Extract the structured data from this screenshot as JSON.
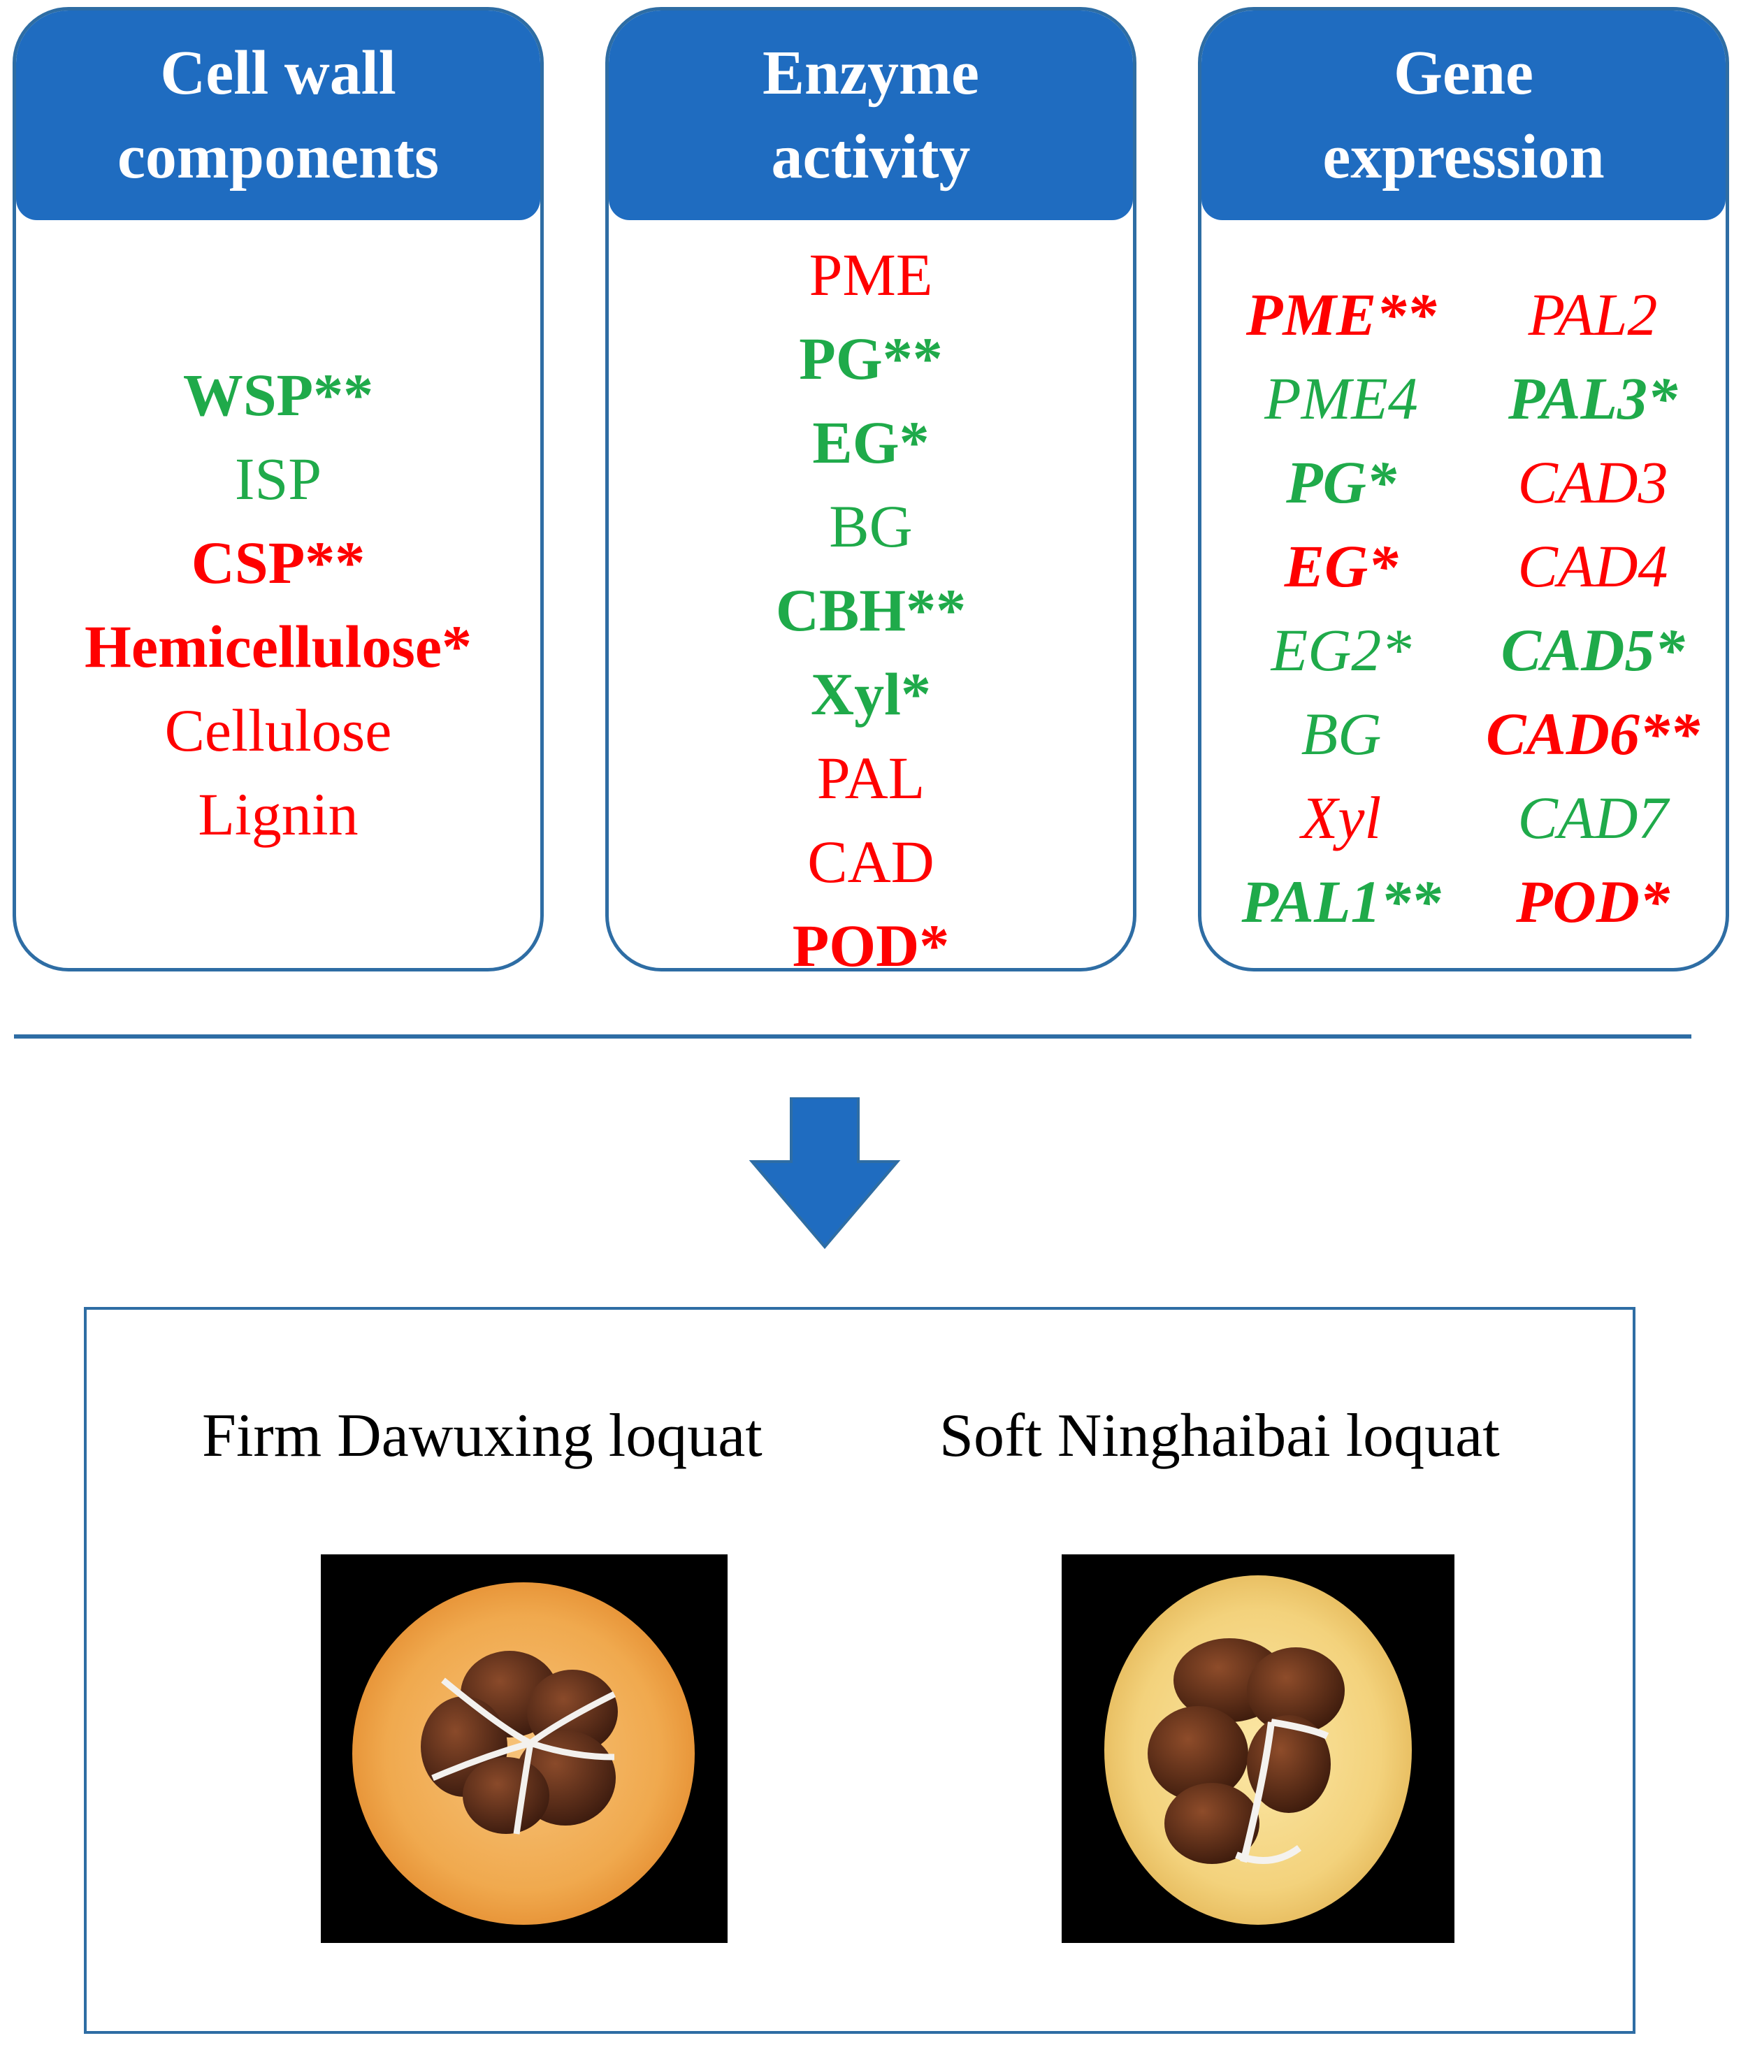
{
  "panels": {
    "cell_wall": {
      "title_line1": "Cell wall",
      "title_line2": "components",
      "items": [
        {
          "text": "WSP**",
          "color": "green",
          "bold": true
        },
        {
          "text": "ISP",
          "color": "green",
          "bold": false
        },
        {
          "text": "CSP**",
          "color": "red",
          "bold": true
        },
        {
          "text": "Hemicellulose*",
          "color": "red",
          "bold": true
        },
        {
          "text": "Cellulose",
          "color": "red",
          "bold": false
        },
        {
          "text": "Lignin",
          "color": "red",
          "bold": false
        }
      ]
    },
    "enzyme": {
      "title_line1": "Enzyme",
      "title_line2": "activity",
      "items": [
        {
          "text": "PME",
          "color": "red",
          "bold": false
        },
        {
          "text": "PG**",
          "color": "green",
          "bold": true
        },
        {
          "text": "EG*",
          "color": "green",
          "bold": true
        },
        {
          "text": "BG",
          "color": "green",
          "bold": false
        },
        {
          "text": "CBH**",
          "color": "green",
          "bold": true
        },
        {
          "text": "Xyl*",
          "color": "green",
          "bold": true
        },
        {
          "text": "PAL",
          "color": "red",
          "bold": false
        },
        {
          "text": "CAD",
          "color": "red",
          "bold": false
        },
        {
          "text": "POD*",
          "color": "red",
          "bold": true
        }
      ]
    },
    "gene": {
      "title_line1": "Gene",
      "title_line2": "expression",
      "left": [
        {
          "text": "PME**",
          "color": "red",
          "bold": true
        },
        {
          "text": "PME4",
          "color": "green",
          "bold": false
        },
        {
          "text": "PG*",
          "color": "green",
          "bold": true
        },
        {
          "text": "EG*",
          "color": "red",
          "bold": true
        },
        {
          "text": "EG2*",
          "color": "green",
          "bold": false
        },
        {
          "text": "BG",
          "color": "green",
          "bold": false
        },
        {
          "text": "Xyl",
          "color": "red",
          "bold": false
        },
        {
          "text": "PAL1**",
          "color": "green",
          "bold": true
        }
      ],
      "right": [
        {
          "text": "PAL2",
          "color": "red",
          "bold": false
        },
        {
          "text": "PAL3*",
          "color": "green",
          "bold": true
        },
        {
          "text": "CAD3",
          "color": "red",
          "bold": false
        },
        {
          "text": "CAD4",
          "color": "red",
          "bold": false
        },
        {
          "text": "CAD5*",
          "color": "green",
          "bold": true
        },
        {
          "text": "CAD6**",
          "color": "red",
          "bold": true
        },
        {
          "text": "CAD7",
          "color": "green",
          "bold": false
        },
        {
          "text": "POD*",
          "color": "red",
          "bold": true
        }
      ]
    }
  },
  "fruits": {
    "firm_label": "Firm Dawuxing loquat",
    "soft_label": "Soft Ninghaibai loquat"
  },
  "colors": {
    "red": "#FF0000",
    "green": "#1FAA4A",
    "header_blue": "#1F6CC0",
    "border_blue": "#2E6DA4"
  }
}
